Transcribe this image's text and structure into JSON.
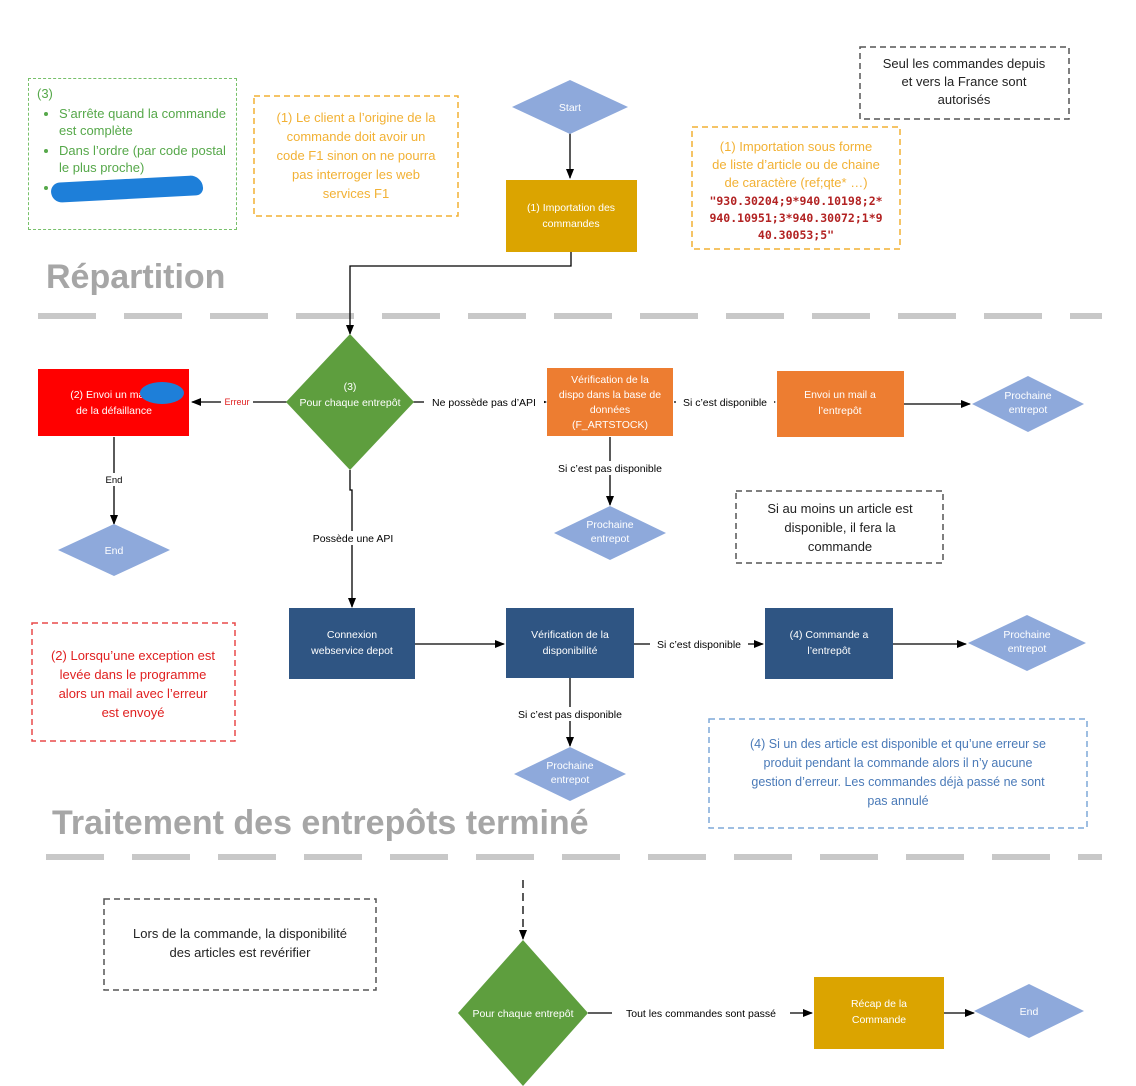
{
  "headings": {
    "repartition": "Répartition",
    "traitement": "Traitement des entrepôts terminé"
  },
  "notes": {
    "note3": {
      "title": "(3)",
      "items": [
        "S’arrête quand la commande est complète",
        "Dans l’ordre (par code postal le plus proche)",
        ""
      ]
    },
    "note1_client": [
      "(1) Le client a l’origine de la",
      "commande doit avoir un",
      "code F1 sinon on ne pourra",
      "pas interroger les web",
      "services F1"
    ],
    "note1_import": [
      "(1) Importation sous forme",
      "de liste d’article ou de chaine",
      "de caractère (ref;qte* …)"
    ],
    "note1_import_code": [
      "\"930.30204;9*940.10198;2*",
      "940.10951;3*940.30072;1*9",
      "40.30053;5\""
    ],
    "note_france": [
      "Seul les commandes depuis",
      "et vers la France sont",
      "autorisés"
    ],
    "note_article": [
      "Si au moins un article est",
      "disponible, il fera la",
      "commande"
    ],
    "note2_exception": [
      "(2) Lorsqu’une exception est",
      "levée dans le programme",
      "alors un mail avec l’erreur",
      "est envoyé"
    ],
    "note4_erreur": [
      "(4) Si un des article est disponible et qu’une erreur se",
      "produit pendant la commande alors il n’y aucune",
      "gestion d’erreur. Les commandes déjà passé ne sont",
      "pas annulé"
    ],
    "note_revérifier": [
      "Lors de la commande, la disponibilité",
      "des articles est revérifier"
    ]
  },
  "nodes": {
    "start": "Start",
    "import": [
      "(1) Importation des",
      "commandes"
    ],
    "pour_chaque": [
      "(3)",
      "Pour chaque entrepôt"
    ],
    "envoi_mail_defaillance": [
      "(2) Envoi un mail a",
      "de la défaillance"
    ],
    "end1": "End",
    "verif_base": [
      "Vérification de la",
      "dispo dans la base de",
      "données",
      "(F_ARTSTOCK)"
    ],
    "envoi_mail_entrepot": [
      "Envoi un mail a",
      "l’entrepôt"
    ],
    "prochaine1": [
      "Prochaine",
      "entrepot"
    ],
    "prochaine2": [
      "Prochaine",
      "entrepot"
    ],
    "connexion": [
      "Connexion",
      "webservice depot"
    ],
    "verif_dispo": [
      "Vérification de la",
      "disponibilité"
    ],
    "commande_entrepot": [
      "(4) Commande a",
      "l’entrepôt"
    ],
    "prochaine3": [
      "Prochaine",
      "entrepot"
    ],
    "prochaine4": [
      "Prochaine",
      "entrepot"
    ],
    "pour_chaque2": "Pour chaque entrepôt",
    "recap": [
      "Récap de la",
      "Commande"
    ],
    "end2": "End"
  },
  "edges": {
    "erreur": "Erreur",
    "end": "End",
    "ne_possede": "Ne possède pas d’API",
    "si_dispo_1": "Si c’est disponible",
    "si_pas_dispo_1": "Si c’est pas disponible",
    "possede_api": "Possède une API",
    "si_dispo_2": "Si c’est disponible",
    "si_pas_dispo_2": "Si c’est pas disponible",
    "tout_passe": "Tout les commandes sont passé"
  },
  "colors": {
    "diamond_blue": "#8ea9db",
    "gold": "#dba400",
    "green": "#5e9e3e",
    "red": "#ff0000",
    "orange": "#ed7d31",
    "navy": "#2f5583",
    "heading_gray": "#a6a6a6",
    "note_orange": "#f2b134",
    "note_blue": "#4a7ab8"
  }
}
